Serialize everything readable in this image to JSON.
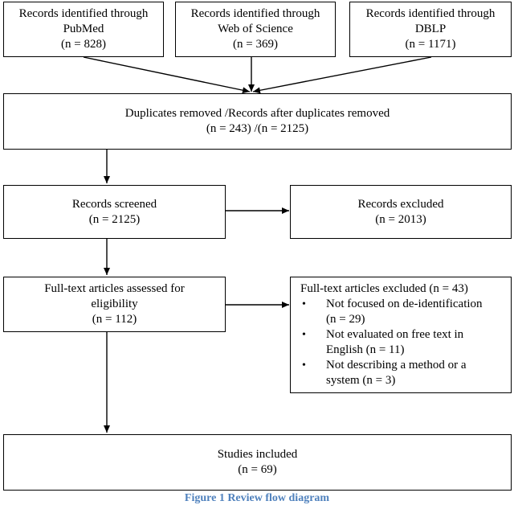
{
  "sources": [
    {
      "title": "Records identified through",
      "name": "PubMed",
      "count": "(n = 828)"
    },
    {
      "title": "Records identified through",
      "name": "Web of Science",
      "count": "(n = 369)"
    },
    {
      "title": "Records identified through",
      "name": "DBLP",
      "count": "(n = 1171)"
    }
  ],
  "duplicates": {
    "line1": "Duplicates removed /Records after duplicates removed",
    "line2": "(n = 243) /(n = 2125)"
  },
  "screened": {
    "line1": "Records screened",
    "line2": "(n = 2125)"
  },
  "excluded": {
    "line1": "Records excluded",
    "line2": "(n = 2013)"
  },
  "fulltext": {
    "line1": "Full-text articles assessed for",
    "line2": "eligibility",
    "line3": "(n = 112)"
  },
  "fulltext_excluded": {
    "title": "Full-text articles excluded (n = 43)",
    "bullet": "•",
    "items": [
      {
        "line1": "Not focused on de-identification",
        "line2": "(n = 29)"
      },
      {
        "line1": "Not evaluated on free text in",
        "line2": "English (n = 11)"
      },
      {
        "line1": "Not describing a method or a",
        "line2": "system (n = 3)"
      }
    ]
  },
  "included": {
    "line1": "Studies included",
    "line2": "(n = 69)"
  },
  "caption": "Figure 1 Review flow diagram"
}
